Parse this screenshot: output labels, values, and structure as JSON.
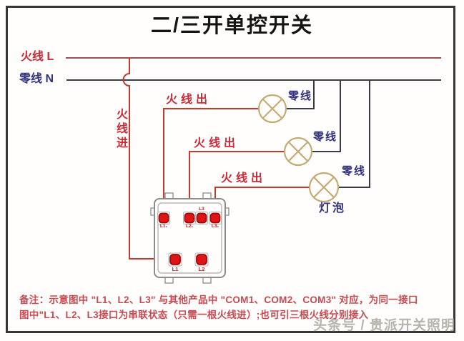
{
  "title": "二/三开单控开关",
  "colors": {
    "border": "#373737",
    "live": "#c43a2e",
    "live-main": "#9c5050",
    "neutral": "#3b3b46",
    "label-red": "#cd2936",
    "label-navy": "#32327e",
    "lamp": "#c3ac74",
    "terminal": "#df1414",
    "terminal-border": "#9b0b0b",
    "terminal-label": "#b02020",
    "note": "#c8494f",
    "box-stroke": "#8c8c8c",
    "watermark": "#a6a29b"
  },
  "wires": {
    "live_label": "火线 L",
    "neutral_label": "零线 N",
    "live_in": "火线进",
    "live_out": [
      "火线出",
      "火线出",
      "火线出"
    ],
    "lamp_neutral": [
      "零线",
      "零线",
      "零线"
    ],
    "bulb": "灯泡"
  },
  "switch_box": {
    "top_terminals": [
      {
        "label": "L1₁"
      },
      {
        "label": "L2₁"
      },
      {
        "label": "L3₁"
      }
    ],
    "top_middle_label": "L3",
    "bottom_terminals": [
      {
        "label": "L1"
      },
      {
        "label": "L2"
      }
    ]
  },
  "note": {
    "line1": "备注：示意图中 \"L1、L2、L3\" 与其他产品中 \"COM1、COM2、COM3\" 对应，为同一接口",
    "line2": "图中\"L1、L2、L3接口为串联状态（只需一根火线进）;也可引三根火线分别接入"
  },
  "watermark": "头条号 / 贵派开关照明"
}
